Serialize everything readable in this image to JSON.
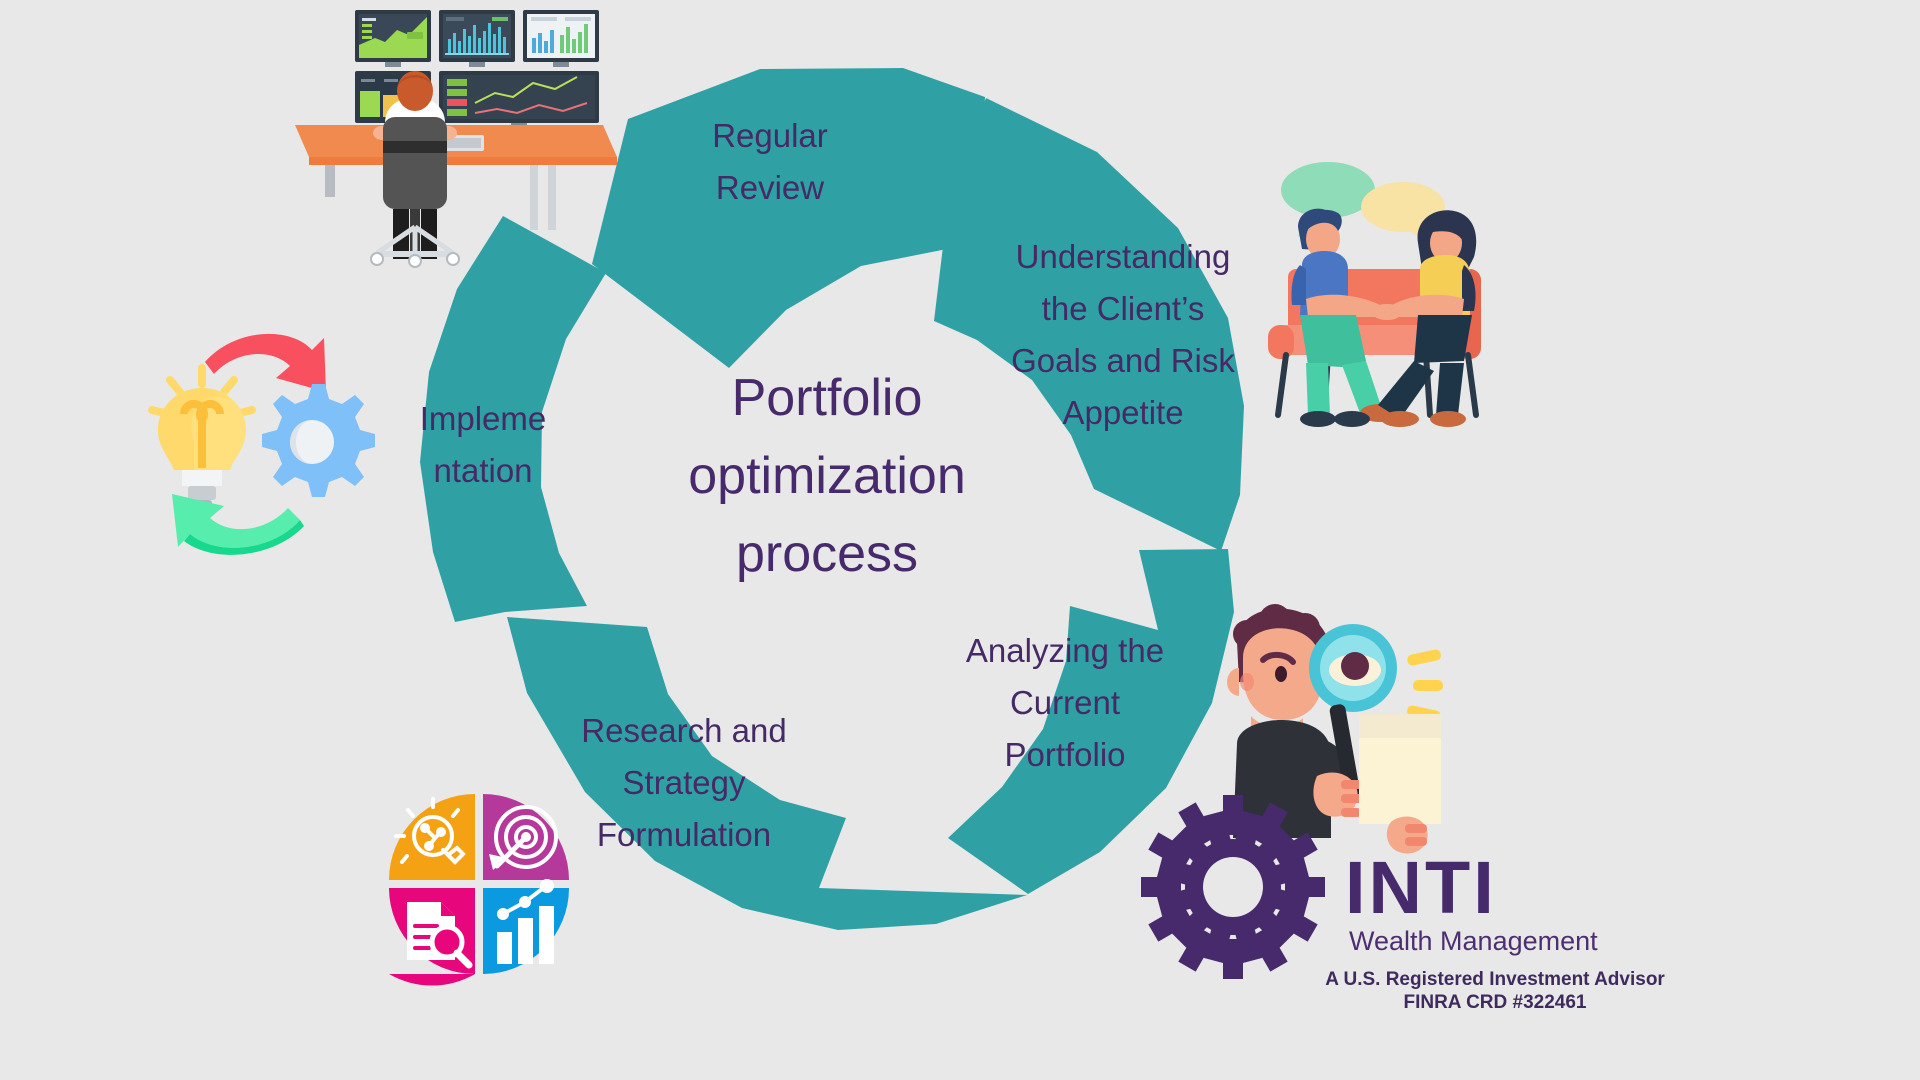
{
  "page": {
    "title": "Portfolio optimization process",
    "background_color": "#e8e8e8",
    "accent_color": "#2fa1a5",
    "text_color": "#472a6b"
  },
  "center": {
    "line1": "Portfolio",
    "line2": "optimization",
    "line3": "process"
  },
  "cycle": {
    "segments": [
      {
        "id": "regular-review",
        "lines": [
          "Regular",
          "Review"
        ],
        "color": "#2fa1a5"
      },
      {
        "id": "understanding-client-goals",
        "lines": [
          "Understanding",
          "the Client’s",
          "Goals and Risk",
          "Appetite"
        ],
        "color": "#2fa1a5"
      },
      {
        "id": "analyzing-current-portfolio",
        "lines": [
          "Analyzing the",
          "Current",
          "Portfolio"
        ],
        "color": "#2fa1a5"
      },
      {
        "id": "research-strategy-formulation",
        "lines": [
          "Research and",
          "Strategy",
          "Formulation"
        ],
        "color": "#2fa1a5"
      },
      {
        "id": "implementation",
        "lines": [
          "Impleme",
          "ntation"
        ],
        "color": "#2fa1a5"
      }
    ]
  },
  "logo": {
    "brand": "INTI",
    "tagline": "Wealth Management",
    "disclaimer_line1": "A U.S. Registered Investment Advisor",
    "disclaimer_line2": "FINRA CRD #322461",
    "mark_color": "#472a6b"
  },
  "illustrations": [
    {
      "id": "trading-desk",
      "name": "trader-monitors-illustration",
      "description": "Trader seated at desk facing four monitors with stock charts"
    },
    {
      "id": "client-meeting",
      "name": "client-conversation-illustration",
      "description": "Two people on an orange couch talking with speech bubbles"
    },
    {
      "id": "analyst-magnifier",
      "name": "analyst-magnifier-illustration",
      "description": "Person holding a magnifying glass reading a document"
    },
    {
      "id": "idea-gear",
      "name": "idea-gear-illustration",
      "description": "Yellow lightbulb, blue gear, red arrow and green arrow cycle"
    },
    {
      "id": "research-quadrants",
      "name": "research-quadrant-icons",
      "description": "Four coloured quadrants: idea bulb, target, document search, bar chart",
      "quadrants": [
        {
          "name": "idea-bulb-icon",
          "color": "#f5a114"
        },
        {
          "name": "target-arrow-icon",
          "color": "#b4399a"
        },
        {
          "name": "document-search-icon",
          "color": "#e8067c"
        },
        {
          "name": "bar-chart-icon",
          "color": "#0b9ae0"
        }
      ]
    }
  ]
}
